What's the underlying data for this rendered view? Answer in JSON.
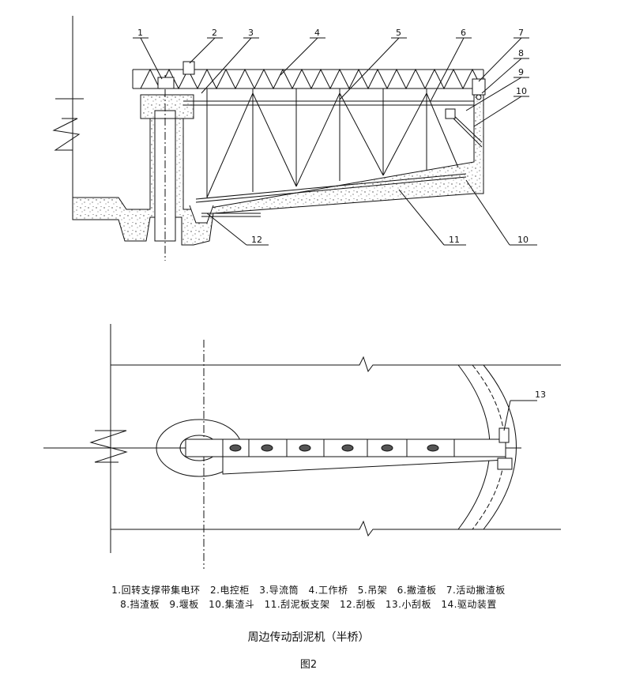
{
  "callouts_top": [
    "1",
    "2",
    "3",
    "4",
    "5",
    "6",
    "7",
    "8",
    "9",
    "10",
    "10",
    "11",
    "12"
  ],
  "callouts_plan": [
    "13"
  ],
  "legend_line1": [
    "1.回转支撑带集电环",
    "2.电控柜",
    "3.导流筒",
    "4.工作桥",
    "5.吊架",
    "6.撇渣板",
    "7.活动撇渣板"
  ],
  "legend_line2": [
    "8.挡渣板",
    "9.堰板",
    "10.集渣斗",
    "11.刮泥板支架",
    "12.刮板",
    "13.小刮板",
    "14.驱动装置"
  ],
  "caption": "周边传动刮泥机（半桥）",
  "figure_number": "图2"
}
